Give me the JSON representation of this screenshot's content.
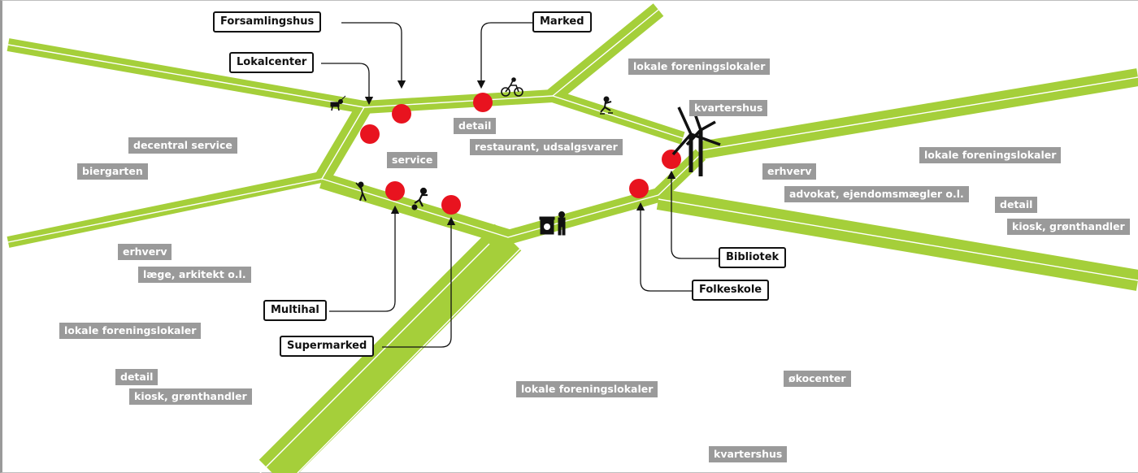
{
  "colors": {
    "road": "#a5cf3a",
    "road_line": "#ffffff",
    "marker": "#e8131f",
    "tag_bg": "#9a9a9a",
    "tag_text": "#ffffff",
    "label_border": "#111111"
  },
  "labels": {
    "forsamlingshus": "Forsamlingshus",
    "marked": "Marked",
    "lokalcenter": "Lokalcenter",
    "multihal": "Multihal",
    "supermarked": "Supermarked",
    "bibliotek": "Bibliotek",
    "folkeskole": "Folkeskole"
  },
  "tags": {
    "lokale_foreningslokaler_top": "lokale foreningslokaler",
    "kvartershus_top": "kvartershus",
    "detail_center": "detail",
    "restaurant": "restaurant, udsalgsvarer",
    "service": "service",
    "decentral_service": "decentral service",
    "biergarten": "biergarten",
    "lokale_foreningslokaler_right": "lokale foreningslokaler",
    "erhverv_right": "erhverv",
    "advokat": "advokat, ejendomsmægler o.l.",
    "detail_right": "detail",
    "kiosk_right": "kiosk, grønthandler",
    "erhverv_left": "erhverv",
    "laege": "læge, arkitekt o.l.",
    "lokale_foreningslokaler_left": "lokale foreningslokaler",
    "detail_left": "detail",
    "kiosk_left": "kiosk, grønthandler",
    "lokale_foreningslokaler_bottom": "lokale foreningslokaler",
    "oekocenter": "økocenter",
    "kvartershus_bottom": "kvartershus"
  },
  "icons": [
    "dog-walker-icon",
    "cyclist-icon",
    "skater-icon",
    "wind-turbine-icon",
    "baseball-player-icon",
    "football-player-icon",
    "recycling-person-icon"
  ]
}
